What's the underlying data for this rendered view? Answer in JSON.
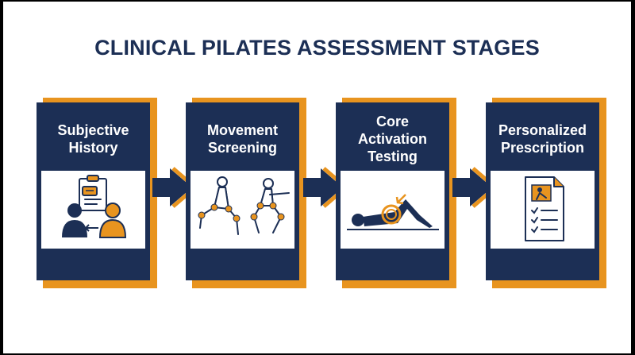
{
  "title": "CLINICAL PILATES ASSESSMENT STAGES",
  "colors": {
    "navy": "#1c2f55",
    "orange": "#e8941f",
    "panel": "#ffffff"
  },
  "stages": [
    {
      "label": "Subjective\nHistory",
      "icon": "consultation-icon"
    },
    {
      "label": "Movement\nScreening",
      "icon": "movement-figures-icon"
    },
    {
      "label": "Core\nActivation\nTesting",
      "icon": "supine-core-icon"
    },
    {
      "label": "Personalized\nPrescription",
      "icon": "prescription-document-icon"
    }
  ]
}
